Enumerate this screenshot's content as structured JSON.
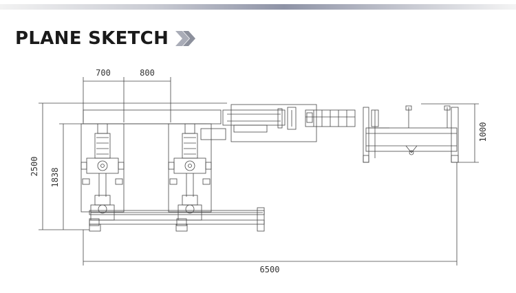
{
  "header": {
    "title": "PLANE SKETCH",
    "arrow_icon": "double-chevron-right-icon",
    "arrow_color": "#a9acb7"
  },
  "dimensions": {
    "width_700": "700",
    "width_800": "800",
    "height_2500": "2500",
    "height_1838": "1838",
    "height_1000": "1000",
    "length_6500": "6500"
  },
  "colors": {
    "line": "#444444",
    "text": "#1a1a1a"
  }
}
